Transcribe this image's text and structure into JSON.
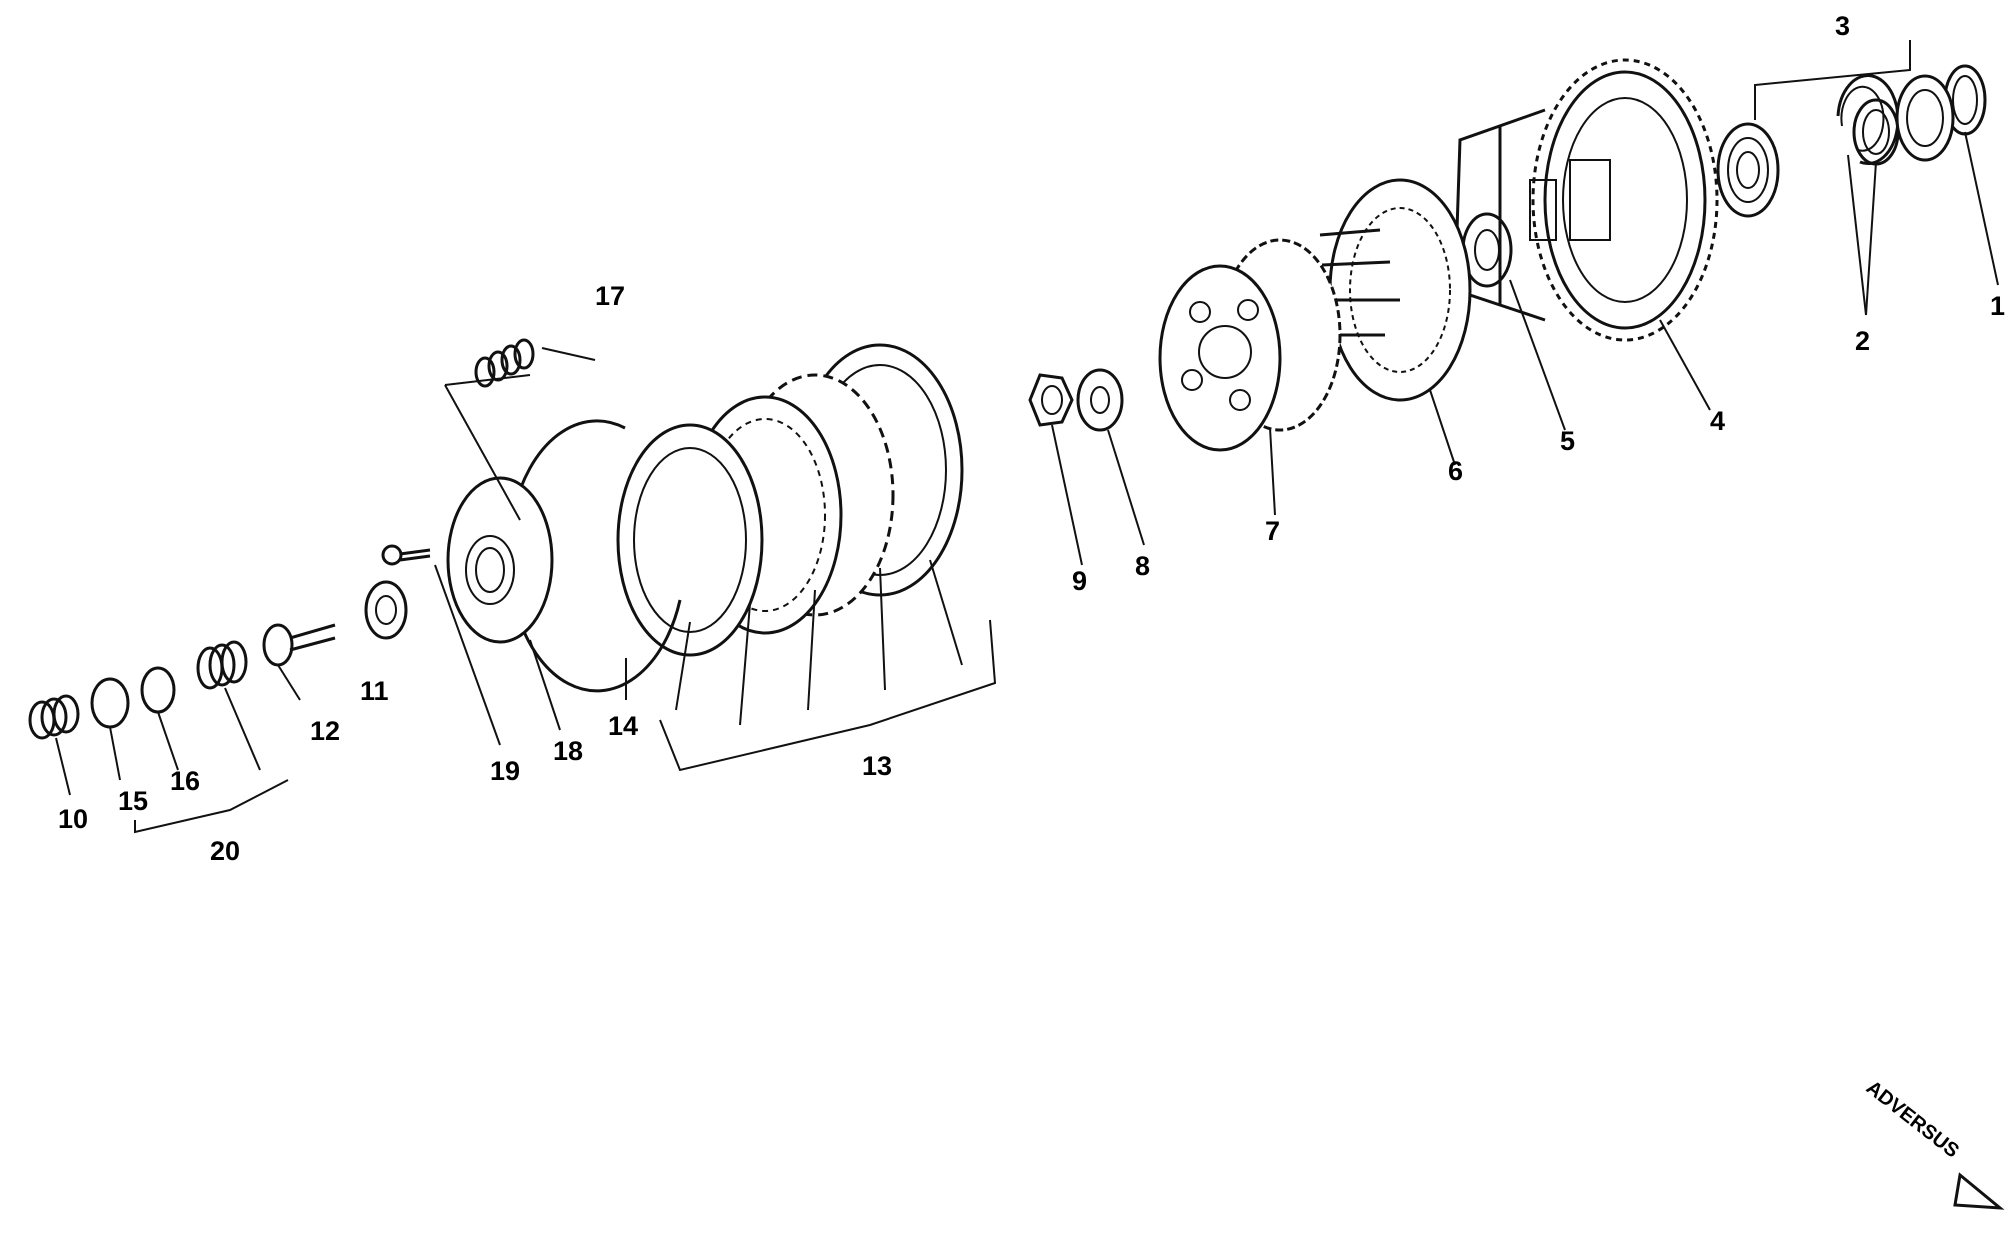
{
  "callouts": [
    "1",
    "2",
    "3",
    "4",
    "5",
    "6",
    "7",
    "8",
    "9",
    "10",
    "11",
    "12",
    "13",
    "14",
    "15",
    "16",
    "17",
    "18",
    "19",
    "20"
  ],
  "logo": {
    "text": "ADVERSUS"
  }
}
